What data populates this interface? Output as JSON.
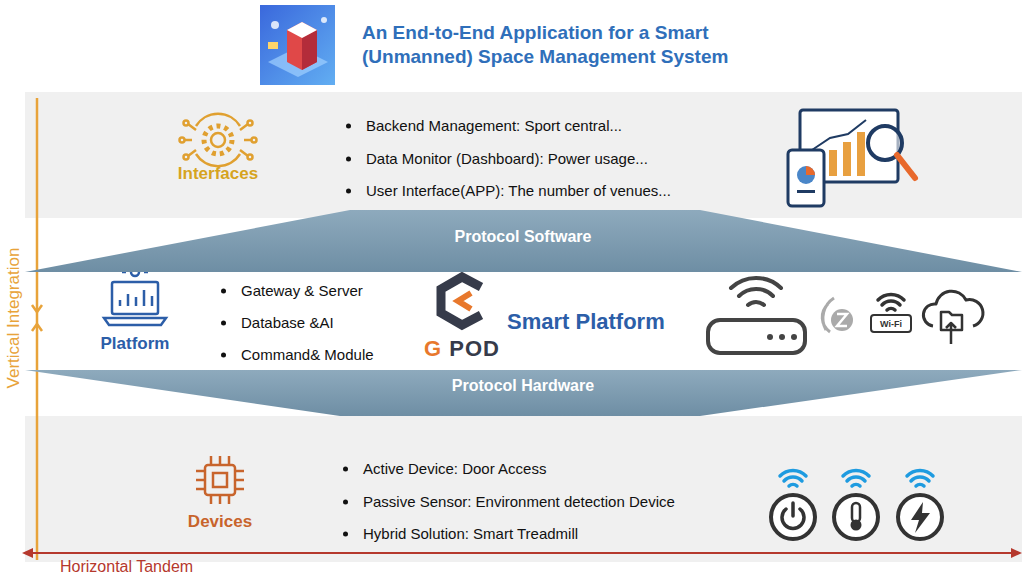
{
  "diagram": {
    "title": "An End-to-End Application for a Smart (Unmanned) Space Management System",
    "nodes": [
      {
        "text": [
          "Interfaces",
          "Backend Management: Sport central...",
          "Data Monitor (Dashboard): Power usage...",
          "User Interface(APP): The number of venues..."
        ]
      },
      {
        "text": [
          "Protocol Software"
        ]
      },
      {
        "text": [
          "Platform",
          "Gateway & Server",
          "Database &AI",
          "Command& Module",
          "Smart Platform"
        ]
      },
      {
        "text": [
          "Protocol Hardware"
        ]
      },
      {
        "text": [
          "Devices",
          "Active Device: Door Access",
          "Passive Sensor: Environment detection Device",
          "Hybrid Solution: Smart Treadmill"
        ]
      }
    ],
    "labels": [
      "G POD",
      "Wi-Fi",
      "Vertical Integration",
      "Horizontal Tandem"
    ]
  }
}
